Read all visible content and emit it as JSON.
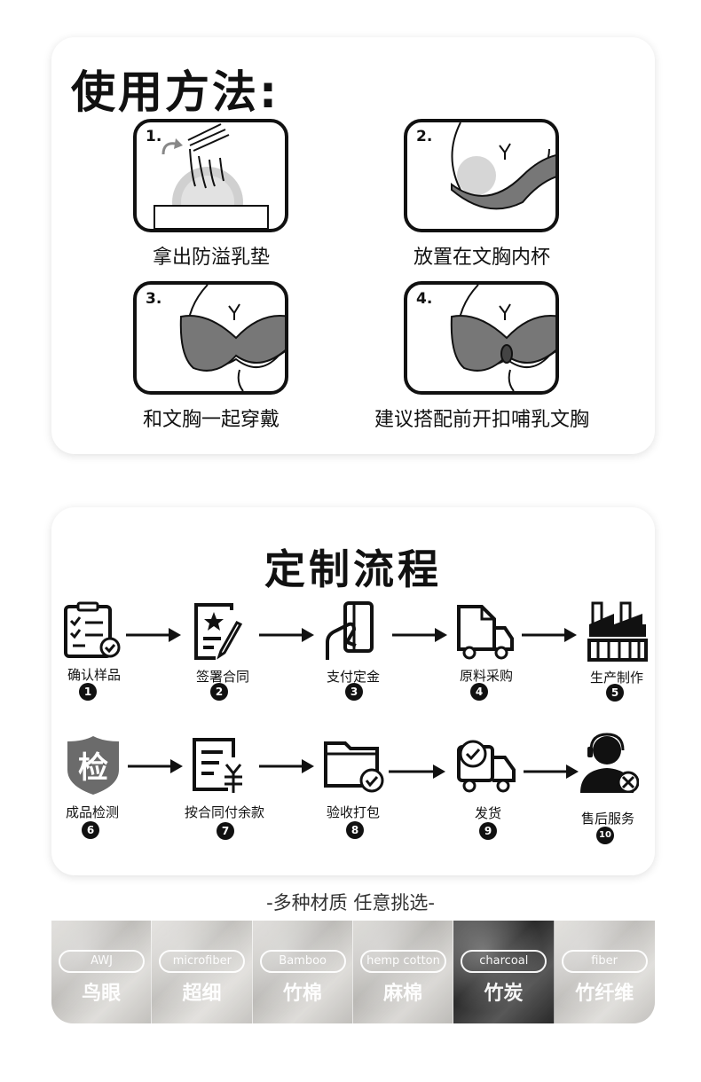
{
  "usage": {
    "title": "使用方法:",
    "steps": [
      {
        "num": "1.",
        "caption": "拿出防溢乳垫"
      },
      {
        "num": "2.",
        "caption": "放置在文胸内杯"
      },
      {
        "num": "3.",
        "caption": "和文胸一起穿戴"
      },
      {
        "num": "4.",
        "caption": "建议搭配前开扣哺乳文胸"
      }
    ]
  },
  "process": {
    "title": "定制流程",
    "steps": [
      {
        "label": "确认样品",
        "num": "1",
        "icon": "checklist-icon"
      },
      {
        "label": "签署合同",
        "num": "2",
        "icon": "sign-contract-icon"
      },
      {
        "label": "支付定金",
        "num": "3",
        "icon": "payment-card-icon"
      },
      {
        "label": "原料采购",
        "num": "4",
        "icon": "material-truck-icon"
      },
      {
        "label": "生产制作",
        "num": "5",
        "icon": "factory-icon"
      },
      {
        "label": "成品检测",
        "num": "6",
        "icon": "inspection-shield-icon",
        "glyph": "检"
      },
      {
        "label": "按合同付余款",
        "num": "7",
        "icon": "balance-payment-icon"
      },
      {
        "label": "验收打包",
        "num": "8",
        "icon": "folder-check-icon"
      },
      {
        "label": "发货",
        "num": "9",
        "icon": "delivery-truck-icon"
      },
      {
        "label": "售后服务",
        "num": "10",
        "icon": "customer-service-icon"
      }
    ]
  },
  "materials": {
    "heading": "-多种材质 任意挑选-",
    "items": [
      {
        "en": "AWJ",
        "cn": "鸟眼",
        "color": "#d8d6d2"
      },
      {
        "en": "microfiber",
        "cn": "超细",
        "color": "#dcdad6"
      },
      {
        "en": "Bamboo",
        "cn": "竹棉",
        "color": "#d6d4d0"
      },
      {
        "en": "hemp cotton",
        "cn": "麻棉",
        "color": "#d2d0cc"
      },
      {
        "en": "charcoal",
        "cn": "竹炭",
        "color": "#2e2e2e"
      },
      {
        "en": "fiber",
        "cn": "竹纤维",
        "color": "#d9d7d3"
      }
    ]
  }
}
